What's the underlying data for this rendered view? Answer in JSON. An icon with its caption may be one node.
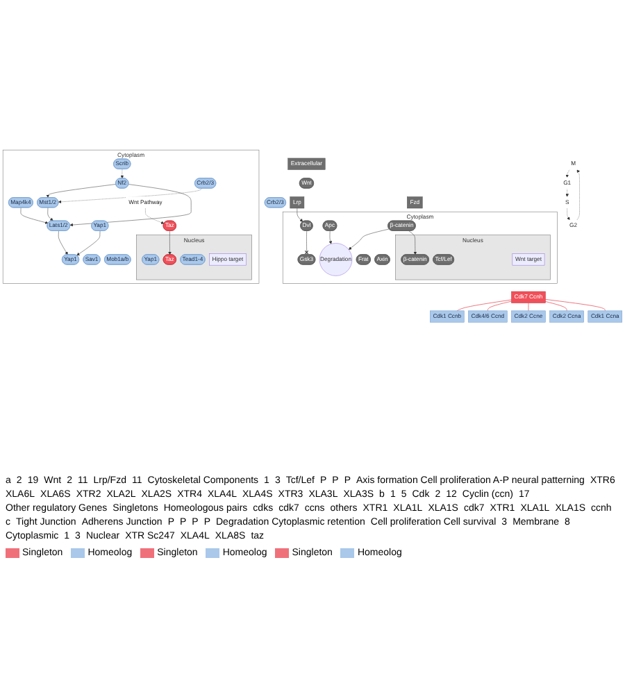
{
  "diagram": {
    "nodes": [
      {
        "text": [
          "Extracellular"
        ]
      },
      {
        "text": [
          "Wnt"
        ]
      },
      {
        "text": [
          "Lrp"
        ]
      },
      {
        "text": [
          "Fzd"
        ]
      },
      {
        "text": [
          "Cytoplasm"
        ]
      },
      {
        "text": [
          "Dvl"
        ],
        "in": 4
      },
      {
        "text": [
          "Gsk3"
        ],
        "in": 4
      },
      {
        "text": [
          "Frat"
        ],
        "in": 4
      },
      {
        "text": [
          "Axin"
        ],
        "in": 4
      },
      {
        "text": [
          "Apc"
        ],
        "in": 4
      },
      {
        "text": [
          "β-catenin"
        ],
        "in": 4
      },
      {
        "text": [
          "Degradation"
        ],
        "in": 4
      },
      {
        "text": [
          "Nucleus"
        ],
        "in": 4
      },
      {
        "text": [
          "β-catenin"
        ],
        "in": 12
      },
      {
        "text": [
          "Tcf/Lef"
        ],
        "in": 12
      },
      {
        "text": [
          "Wnt target"
        ],
        "in": 12
      },
      {
        "text": [
          "Cdk7 Ccnh"
        ]
      },
      {
        "text": [
          "Cdk1 Ccnb"
        ]
      },
      {
        "text": [
          "Cdk4/6 Ccnd"
        ]
      },
      {
        "text": [
          "Cdk2 Ccne"
        ]
      },
      {
        "text": [
          "Cdk2 Ccna"
        ]
      },
      {
        "text": [
          "Cdk1 Ccna"
        ]
      },
      {
        "text": [
          "M"
        ]
      },
      {
        "text": [
          "G1"
        ]
      },
      {
        "text": [
          "S"
        ]
      },
      {
        "text": [
          "G2"
        ]
      },
      {
        "text": [
          "Cytoplasm"
        ]
      },
      {
        "text": [
          "Scrib"
        ],
        "in": 26
      },
      {
        "text": [
          "Nf2"
        ],
        "in": 26
      },
      {
        "text": [
          "Crb2/3"
        ],
        "in": 26
      },
      {
        "text": [
          "Crb2/3"
        ]
      },
      {
        "text": [
          "Map4k4"
        ],
        "in": 26
      },
      {
        "text": [
          "Mst1/2"
        ],
        "in": 26
      },
      {
        "text": [
          "Sav1"
        ],
        "in": 26
      },
      {
        "text": [
          "Lats1/2"
        ],
        "in": 26
      },
      {
        "text": [
          "Mob1a/b"
        ],
        "in": 26
      },
      {
        "text": [
          "Yap1"
        ],
        "in": 26
      },
      {
        "text": [
          "Taz"
        ],
        "in": 26
      },
      {
        "text": [
          "Yap1"
        ],
        "in": 26
      },
      {
        "text": [
          "Wnt Pathway"
        ],
        "in": 26
      },
      {
        "text": [
          "Nucleus"
        ],
        "in": 26
      },
      {
        "text": [
          "Yap1"
        ],
        "in": 40
      },
      {
        "text": [
          "Taz"
        ],
        "in": 40
      },
      {
        "text": [
          "Tead1-4"
        ],
        "in": 40
      },
      {
        "text": [
          "Hippo target"
        ],
        "in": 40
      }
    ],
    "edges": [
      {
        "from": 2,
        "to": 5,
        "arrow": "to"
      },
      {
        "from": 5,
        "to": 6,
        "arrow": "other"
      },
      {
        "from": 9,
        "to": 11,
        "arrow": "to"
      },
      {
        "from": 10,
        "to": 11,
        "arrow": "to"
      },
      {
        "from": 10,
        "to": 13,
        "arrow": "to"
      },
      {
        "from": 16,
        "to": 17,
        "arrow": "none",
        "color": "#e8505a"
      },
      {
        "from": 16,
        "to": 18,
        "arrow": "none",
        "color": "#e8505a"
      },
      {
        "from": 16,
        "to": 19,
        "arrow": "none",
        "color": "#e8505a"
      },
      {
        "from": 16,
        "to": 20,
        "arrow": "none",
        "color": "#e8505a"
      },
      {
        "from": 16,
        "to": 21,
        "arrow": "none",
        "color": "#e8505a"
      },
      {
        "from": 22,
        "to": 23,
        "arrow": "to",
        "style": "dashed"
      },
      {
        "from": 23,
        "to": 24,
        "arrow": "to",
        "style": "dashed"
      },
      {
        "from": 24,
        "to": 25,
        "arrow": "to",
        "style": "dashed"
      },
      {
        "from": 25,
        "to": 22,
        "arrow": "to",
        "style": "dashed"
      },
      {
        "from": 27,
        "to": 28,
        "arrow": "to",
        "style": "dashed"
      },
      {
        "from": 29,
        "to": 32,
        "arrow": "to",
        "style": "dashed"
      },
      {
        "from": 28,
        "to": 32,
        "arrow": "to"
      },
      {
        "from": 28,
        "to": 34,
        "arrow": "to"
      },
      {
        "from": 31,
        "to": 34,
        "arrow": "to"
      },
      {
        "from": 32,
        "to": 34,
        "arrow": "to"
      },
      {
        "from": 34,
        "to": 38,
        "arrow": "to"
      },
      {
        "from": 36,
        "to": 38,
        "arrow": "to"
      },
      {
        "from": 39,
        "to": 37,
        "arrow": "to",
        "style": "dashed"
      },
      {
        "from": 37,
        "to": 42,
        "arrow": "to"
      }
    ],
    "labels": [
      "a",
      "2",
      "19",
      "Wnt",
      "2",
      "11",
      "Lrp/Fzd",
      "11",
      "Cytoskeletal Components",
      "1",
      "3",
      "Tcf/Lef",
      "P",
      "P",
      "P",
      "Axis formation Cell proliferation A-P neural patterning",
      "XTR6",
      "XLA6L",
      "XLA6S",
      "XTR2",
      "XLA2L",
      "XLA2S",
      "XTR4",
      "XLA4L",
      "XLA4S",
      "XTR3",
      "XLA3L",
      "XLA3S",
      "b",
      "1",
      "5",
      "Cdk",
      "2",
      "12",
      "Cyclin (ccn)",
      "17",
      "Other regulatory Genes",
      "Singletons",
      "Homeologous pairs",
      "cdks",
      "cdk7",
      "ccns",
      "others",
      "XTR1",
      "XLA1L",
      "XLA1S",
      "cdk7",
      "XTR1",
      "XLA1L",
      "XLA1S",
      "ccnh",
      "c",
      "Tight Junction",
      "Adherens Junction",
      "P",
      "P",
      "P",
      "P",
      "Degradation Cytoplasmic retention",
      "Cell proliferation Cell survival",
      "3",
      "Membrane",
      "8",
      "Cytoplasmic",
      "1",
      "3",
      "Nuclear",
      "XTR Sc247",
      "XLA4L",
      "XLA8S",
      "taz"
    ],
    "legend": [
      {
        "text": "Singleton",
        "color": "#f0707a"
      },
      {
        "text": "Homeolog",
        "color": "#a9c8ea"
      },
      {
        "text": "Singleton",
        "color": "#f0707a"
      },
      {
        "text": "Homeolog",
        "color": "#a9c8ea"
      },
      {
        "text": "Singleton",
        "color": "#f0707a"
      },
      {
        "text": "Homeolog",
        "color": "#a9c8ea"
      }
    ]
  }
}
